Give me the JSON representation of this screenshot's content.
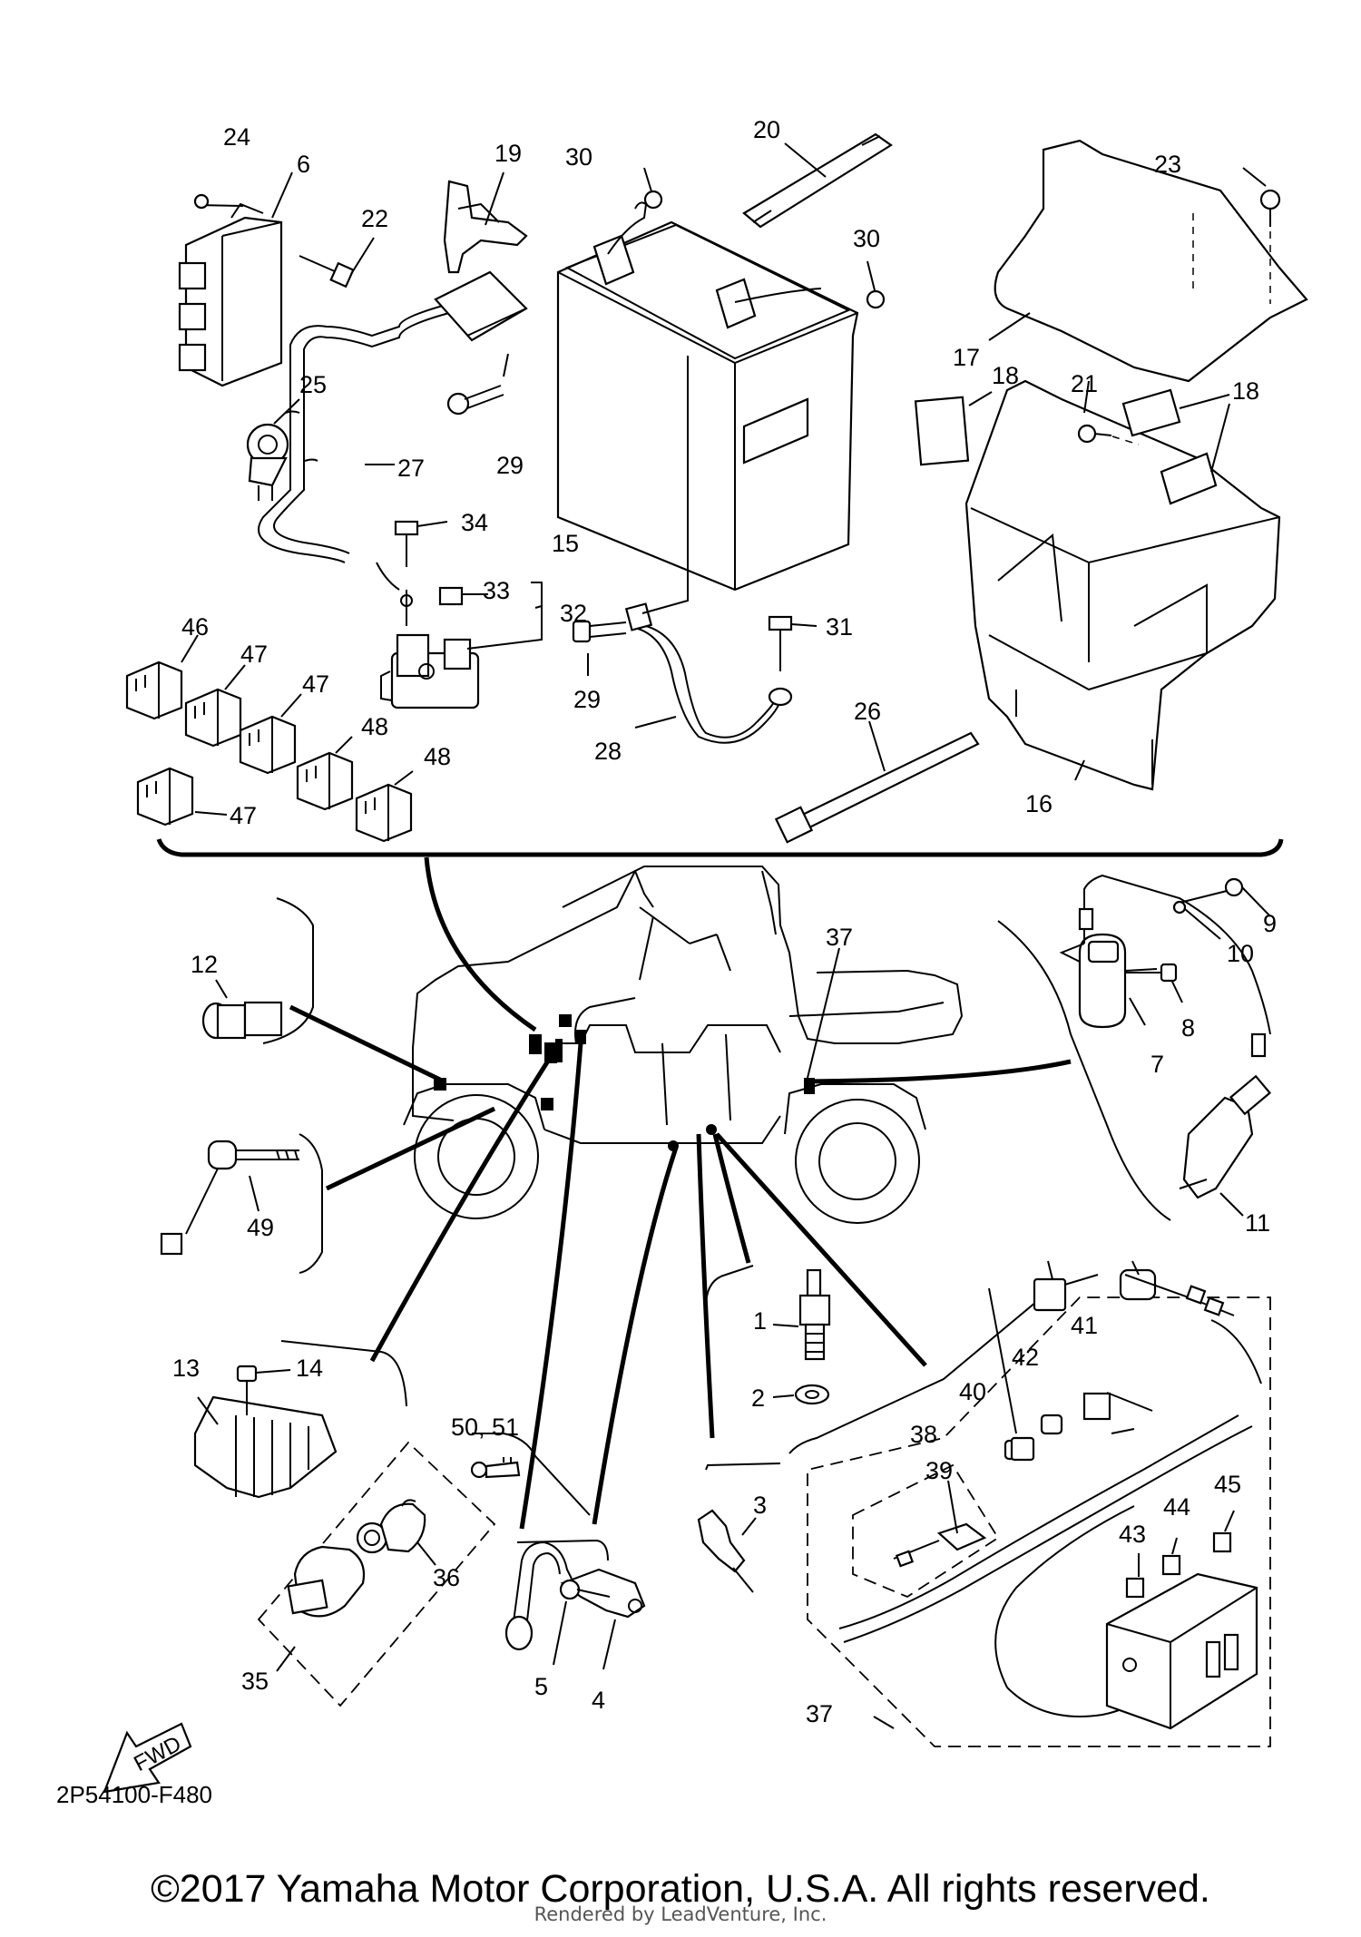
{
  "diagram": {
    "code": "2P54100-F480",
    "copyright": "©2017 Yamaha Motor Corporation, U.S.A. All rights reserved.",
    "rendered_by": "Rendered by LeadVenture, Inc.",
    "fwd_label": "FWD"
  },
  "callouts": {
    "c1": "1",
    "c2": "2",
    "c3": "3",
    "c4": "4",
    "c5": "5",
    "c6": "6",
    "c7": "7",
    "c8": "8",
    "c9": "9",
    "c10": "10",
    "c11": "11",
    "c12": "12",
    "c13": "13",
    "c14": "14",
    "c15": "15",
    "c16": "16",
    "c17": "17",
    "c18a": "18",
    "c18b": "18",
    "c19": "19",
    "c20": "20",
    "c21": "21",
    "c22": "22",
    "c23": "23",
    "c24": "24",
    "c25": "25",
    "c26": "26",
    "c27": "27",
    "c28": "28",
    "c29a": "29",
    "c29b": "29",
    "c30a": "30",
    "c30b": "30",
    "c31": "31",
    "c32": "32",
    "c33": "33",
    "c34": "34",
    "c35": "35",
    "c36": "36",
    "c37a": "37",
    "c37b": "37",
    "c38": "38",
    "c39": "39",
    "c40": "40",
    "c41": "41",
    "c42": "42",
    "c43": "43",
    "c44": "44",
    "c45": "45",
    "c46": "46",
    "c47a": "47",
    "c47b": "47",
    "c47c": "47",
    "c48a": "48",
    "c48b": "48",
    "c49": "49",
    "c5051": "50, 51"
  }
}
